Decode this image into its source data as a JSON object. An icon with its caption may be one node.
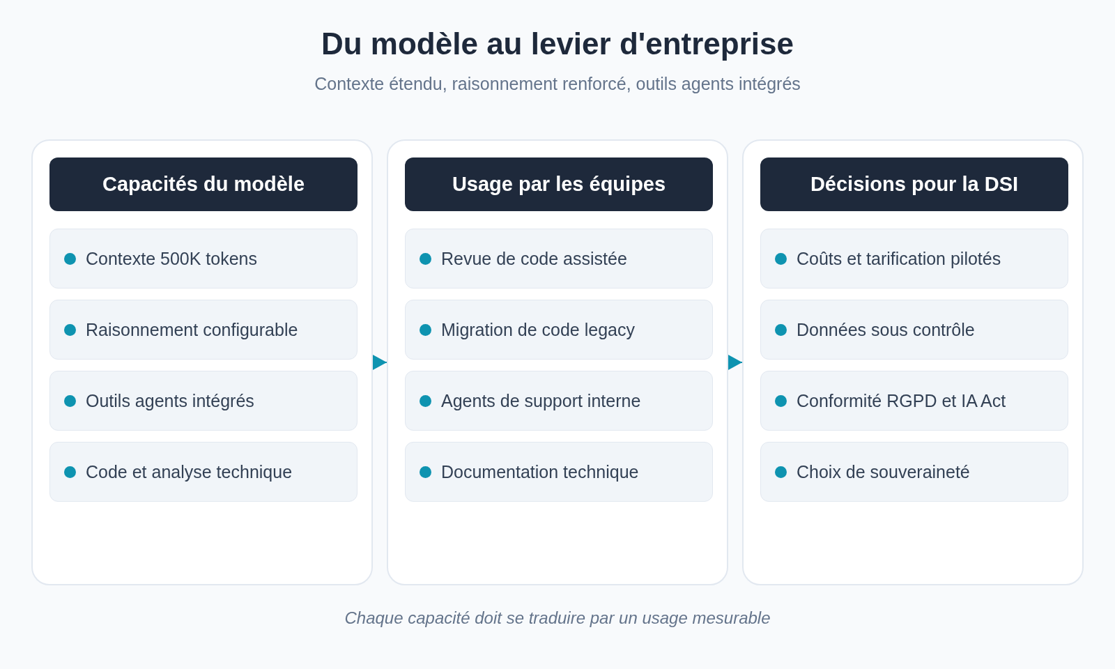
{
  "diagram": {
    "title": "Du modèle au levier d'entreprise",
    "caption": "Chaque capacité doit se traduire par un usage mesurable",
    "labels": [
      "Contexte étendu, raisonnement renforcé, outils agents intégrés"
    ],
    "nodes": [
      {
        "text": [],
        "shape": "box"
      },
      {
        "text": [
          "Capacités du modèle"
        ],
        "in": 0
      },
      {
        "text": [
          "Contexte 500K tokens"
        ],
        "in": 0
      },
      {
        "text": [
          "Raisonnement configurable"
        ],
        "in": 0
      },
      {
        "text": [
          "Outils agents intégrés"
        ],
        "in": 0
      },
      {
        "text": [
          "Code et analyse technique"
        ],
        "in": 0
      },
      {
        "text": [],
        "shape": "box"
      },
      {
        "text": [
          "Usage par les équipes"
        ],
        "in": 6
      },
      {
        "text": [
          "Revue de code assistée"
        ],
        "in": 6
      },
      {
        "text": [
          "Migration de code legacy"
        ],
        "in": 6
      },
      {
        "text": [
          "Agents de support interne"
        ],
        "in": 6
      },
      {
        "text": [
          "Documentation technique"
        ],
        "in": 6
      },
      {
        "text": [],
        "shape": "box"
      },
      {
        "text": [
          "Décisions pour la DSI"
        ],
        "in": 12
      },
      {
        "text": [
          "Coûts et tarification pilotés"
        ],
        "in": 12
      },
      {
        "text": [
          "Données sous contrôle"
        ],
        "in": 12
      },
      {
        "text": [
          "Conformité RGPD et IA Act"
        ],
        "in": 12
      },
      {
        "text": [
          "Choix de souveraineté"
        ],
        "in": 12
      }
    ],
    "edges": [
      {
        "from": 0,
        "to": 6,
        "arrow": "to"
      },
      {
        "from": 6,
        "to": 12,
        "arrow": "to"
      }
    ]
  }
}
